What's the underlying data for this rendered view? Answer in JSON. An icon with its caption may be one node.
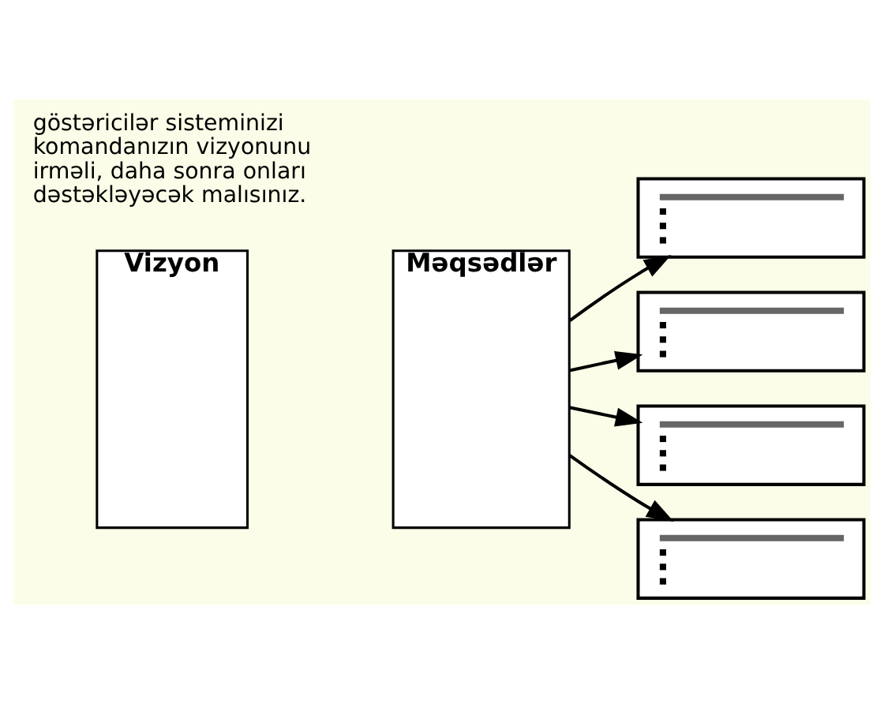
{
  "diagram": {
    "nodes": [
      {
        "text": [
          "Vizyon"
        ]
      },
      {
        "text": [
          "Məqsədlər"
        ]
      },
      {
        "text": [],
        "shape": "box"
      },
      {
        "text": [],
        "shape": "box"
      },
      {
        "text": [],
        "shape": "box"
      },
      {
        "text": [],
        "shape": "box"
      }
    ],
    "edges": [
      {
        "from": 1,
        "to": 2,
        "arrow": "to"
      },
      {
        "from": 1,
        "to": 3,
        "arrow": "to"
      },
      {
        "from": 1,
        "to": 4,
        "arrow": "to"
      },
      {
        "from": 1,
        "to": 5,
        "arrow": "to"
      }
    ],
    "labels": [
      "göstəricilər sisteminizi komandanızın vizyonunu irməli, daha sonra onları dəstəkləyəcək malısınız."
    ]
  }
}
